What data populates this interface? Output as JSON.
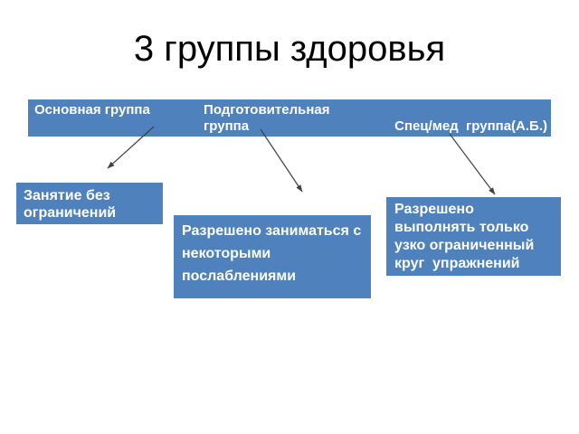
{
  "slide_title": "3 группы здоровья",
  "table": {
    "headers": [
      {
        "label": "Основная группа"
      },
      {
        "label": "Подготовительная группа"
      },
      {
        "label": "Спец/мед  группа(А.Б.)"
      }
    ]
  },
  "boxes": [
    {
      "full_text": "Занятие без ограничений",
      "lines": [
        "Занятие без",
        "ограничений"
      ]
    },
    {
      "full_text": "Разрешено заниматься с некоторыми послаблениями",
      "lines": [
        "Разрешено заниматься с",
        "некоторыми",
        "послаблениями"
      ]
    },
    {
      "full_text": "Разрешено выполнять только узко ограниченный круг  упражнений",
      "lines": [
        "Разрешено",
        "выполнять только",
        "узко ограниченный",
        "круг  упражнений"
      ]
    }
  ],
  "connectors": [
    {
      "from": "Основная группа",
      "to": "Занятие без ограничений"
    },
    {
      "from": "Подготовительная группа",
      "to": "Разрешено заниматься с некоторыми послаблениями"
    },
    {
      "from": "Спец/мед группа(А.Б.)",
      "to": "Разрешено выполнять только узко ограниченный круг упражнений"
    }
  ],
  "colors": {
    "accent_blue": "#4F81BD",
    "text_on_blue": "#FFFFFF",
    "title_text": "#000000",
    "arrow": "#404040",
    "background": "#FFFFFF"
  }
}
